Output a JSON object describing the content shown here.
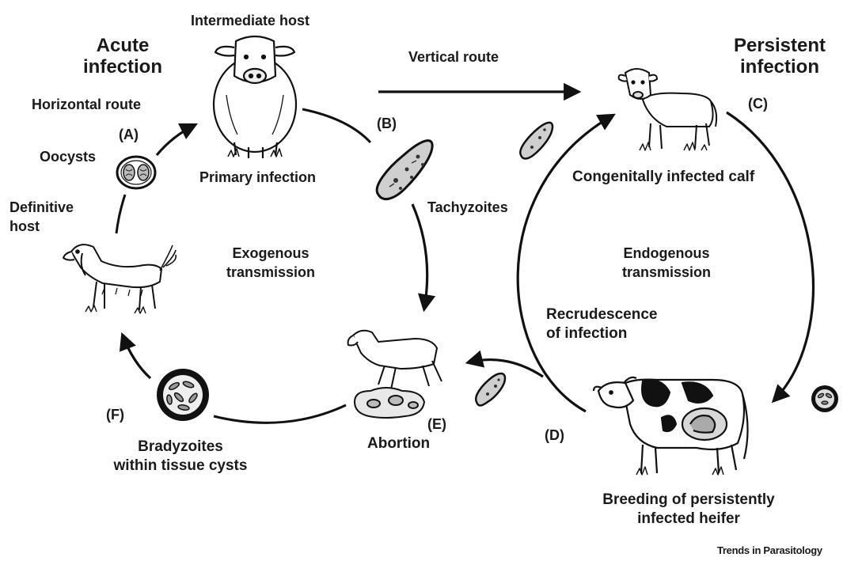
{
  "titles": {
    "acute": [
      "Acute",
      "infection"
    ],
    "persistent": [
      "Persistent",
      "infection"
    ]
  },
  "labels": {
    "intermediate_host": "Intermediate host",
    "vertical_route": "Vertical route",
    "horizontal_route": "Horizontal route",
    "oocysts": "Oocysts",
    "definitive_host": [
      "Definitive",
      "host"
    ],
    "primary_infection": "Primary infection",
    "tachyzoites": "Tachyzoites",
    "congenitally_infected_calf": "Congenitally infected calf",
    "exogenous_transmission": [
      "Exogenous",
      "transmission"
    ],
    "endogenous_transmission": [
      "Endogenous",
      "transmission"
    ],
    "recrudescence": [
      "Recrudescence",
      "of infection"
    ],
    "abortion": "Abortion",
    "bradyzoites": [
      "Bradyzoites",
      "within tissue cysts"
    ],
    "breeding_heifer": [
      "Breeding of persistently",
      "infected heifer"
    ]
  },
  "markers": {
    "a": "(A)",
    "b": "(B)",
    "c": "(C)",
    "d": "(D)",
    "e": "(E)",
    "f": "(F)"
  },
  "credit": "Trends in Parasitology",
  "icons": [
    "cow-icon",
    "calf-icon",
    "dog-icon",
    "aborted-fetus-icon",
    "pregnant-heifer-icon",
    "oocyst-icon",
    "tachyzoite-icon",
    "tissue-cyst-icon"
  ]
}
